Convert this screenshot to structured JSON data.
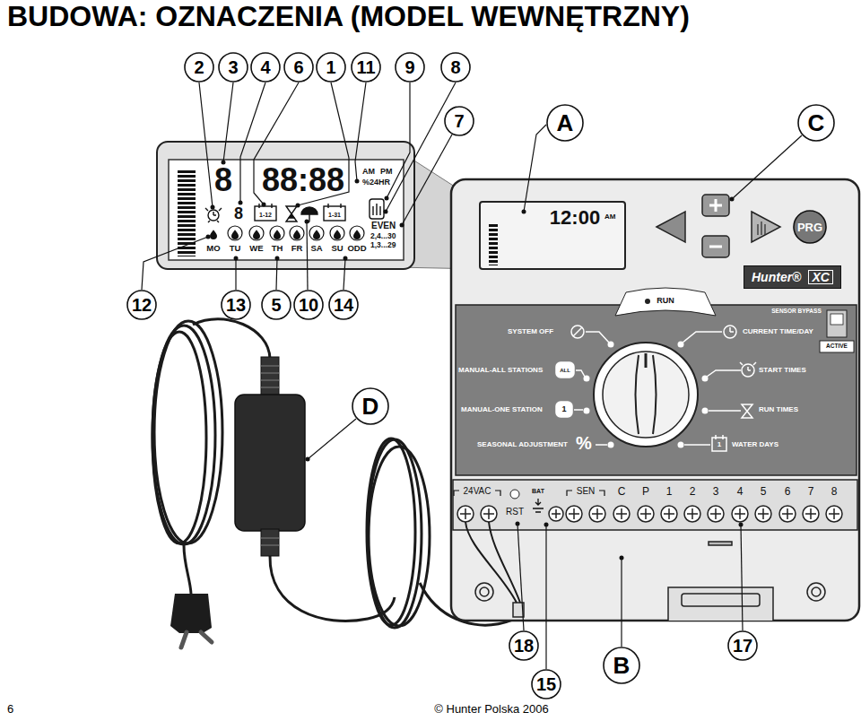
{
  "diagram": {
    "title": "BUDOWA: OZNACZENIA (MODEL WEWNĘTRZNY)",
    "nodes": [
      {
        "text": [
          "2"
        ]
      },
      {
        "text": [
          "3"
        ]
      },
      {
        "text": [
          "4"
        ]
      },
      {
        "text": [
          "6"
        ]
      },
      {
        "text": [
          "1"
        ]
      },
      {
        "text": [
          "11"
        ]
      },
      {
        "text": [
          "9"
        ]
      },
      {
        "text": [
          "8"
        ]
      },
      {
        "text": [
          "7"
        ]
      },
      {
        "text": [
          "A"
        ]
      },
      {
        "text": [
          "C"
        ]
      },
      {
        "text": [
          "PRG"
        ]
      },
      {
        "text": [
          "Hunter®",
          "XC"
        ]
      },
      {
        "text": [
          "12"
        ]
      },
      {
        "text": [
          "13"
        ]
      },
      {
        "text": [
          "5"
        ]
      },
      {
        "text": [
          "10"
        ]
      },
      {
        "text": [
          "14"
        ]
      },
      {
        "text": [
          "D"
        ]
      },
      {
        "text": [
          "18"
        ]
      },
      {
        "text": [
          "B"
        ]
      },
      {
        "text": [
          "17"
        ]
      },
      {
        "text": [
          "15"
        ]
      }
    ],
    "labels": [
      "8",
      "88:88",
      "AM",
      "PM",
      "%24HR",
      "8",
      "1-12",
      "1-31",
      "EVEN",
      "2,4...30",
      "1,3...29",
      "MO",
      "TU",
      "WE",
      "TH",
      "FR",
      "SA",
      "SU",
      "ODD",
      "12:00",
      "AM",
      "RUN",
      "SENSOR BYPASS",
      "ACTIVE",
      "SYSTEM OFF",
      "CURRENT TIME/DAY",
      "MANUAL-ALL STATIONS",
      "START TIMES",
      "MANUAL-ONE STATION",
      "RUN TIMES",
      "SEASONAL ADJUSTMENT",
      "WATER DAYS",
      "%",
      "ALL",
      "1",
      "1",
      "24VAC",
      "RST",
      "BAT",
      "SEN",
      "C",
      "P",
      "1",
      "2",
      "3",
      "4",
      "5",
      "6",
      "7",
      "8",
      "6",
      "© Hunter Polska 2006"
    ]
  }
}
